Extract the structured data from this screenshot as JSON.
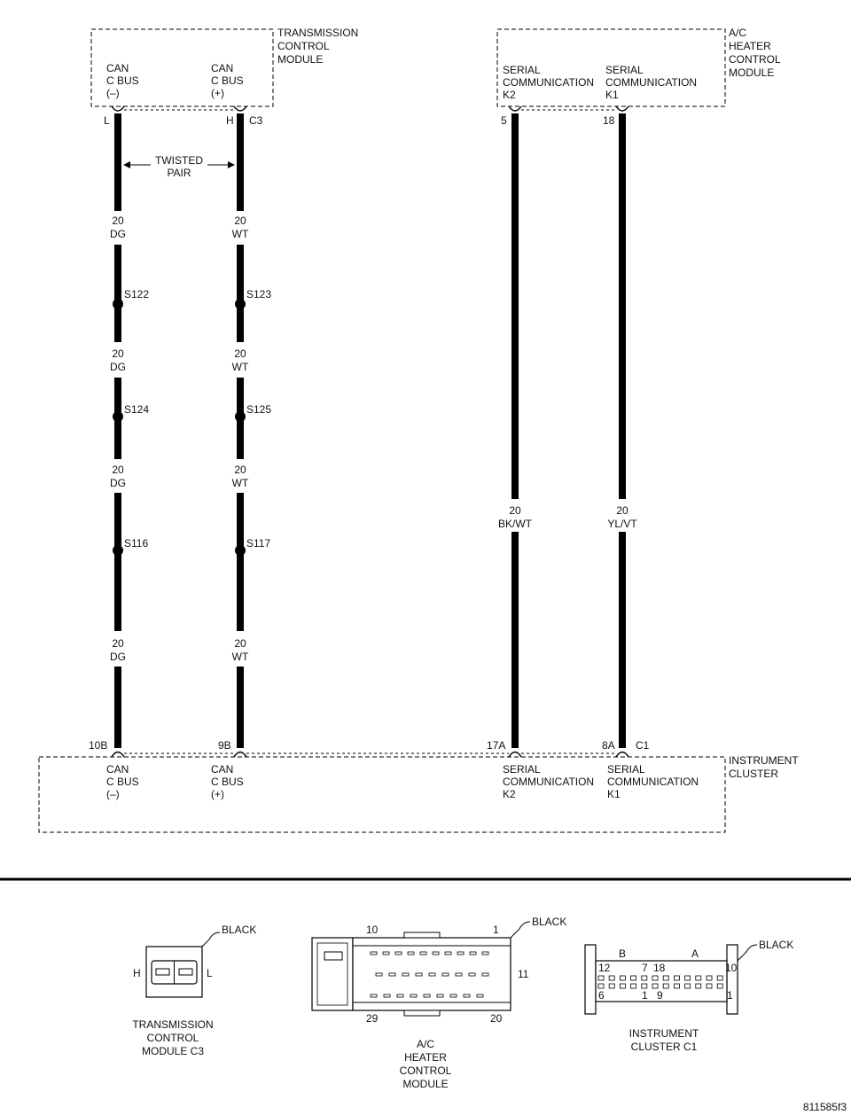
{
  "modules": {
    "tcm": {
      "title": [
        "TRANSMISSION",
        "CONTROL",
        "MODULE"
      ],
      "pin_left": [
        "CAN",
        "C BUS",
        "(–)"
      ],
      "pin_right": [
        "CAN",
        "C BUS",
        "(+)"
      ]
    },
    "hvac": {
      "title": [
        "A/C",
        "HEATER",
        "CONTROL",
        "MODULE"
      ],
      "pin_left": [
        "SERIAL",
        "COMMUNICATION",
        "K2"
      ],
      "pin_right": [
        "SERIAL",
        "COMMUNICATION",
        "K1"
      ]
    },
    "cluster": {
      "title": [
        "INSTRUMENT",
        "CLUSTER"
      ],
      "pin_1": [
        "CAN",
        "C BUS",
        "(–)"
      ],
      "pin_2": [
        "CAN",
        "C BUS",
        "(+)"
      ],
      "pin_3": [
        "SERIAL",
        "COMMUNICATION",
        "K2"
      ],
      "pin_4": [
        "SERIAL",
        "COMMUNICATION",
        "K1"
      ]
    }
  },
  "pins": {
    "tcm_l": "L",
    "tcm_h": "H",
    "tcm_conn": "C3",
    "hvac_k2": "5",
    "hvac_k1": "18",
    "ic_1": "10B",
    "ic_2": "9B",
    "ic_3": "17A",
    "ic_4": "8A",
    "ic_conn": "C1"
  },
  "twisted_pair": [
    "TWISTED",
    "PAIR"
  ],
  "wire_labels": {
    "dg": [
      "20",
      "DG"
    ],
    "wt": [
      "20",
      "WT"
    ],
    "bkwt": [
      "20",
      "BK/WT"
    ],
    "ylvt": [
      "20",
      "YL/VT"
    ]
  },
  "splices": {
    "s122": "S122",
    "s123": "S123",
    "s124": "S124",
    "s125": "S125",
    "s116": "S116",
    "s117": "S117"
  },
  "connector_views": {
    "tcm": {
      "color": "BLACK",
      "side_left": "H",
      "side_right": "L",
      "caption": [
        "TRANSMISSION",
        "CONTROL",
        "MODULE C3"
      ]
    },
    "hvac": {
      "color": "BLACK",
      "pin_top_left": "10",
      "pin_top_right": "1",
      "pin_mid_right": "11",
      "pin_bottom_left": "29",
      "pin_bottom_right": "20",
      "caption": [
        "A/C",
        "HEATER",
        "CONTROL",
        "MODULE"
      ]
    },
    "cluster": {
      "color": "BLACK",
      "section_b": "B",
      "section_a": "A",
      "top_nums": [
        "12",
        "7",
        "18",
        "10"
      ],
      "bottom_nums": [
        "6",
        "1",
        "9",
        "1"
      ],
      "caption": [
        "INSTRUMENT",
        "CLUSTER C1"
      ]
    }
  },
  "figure_id": "811585f3"
}
